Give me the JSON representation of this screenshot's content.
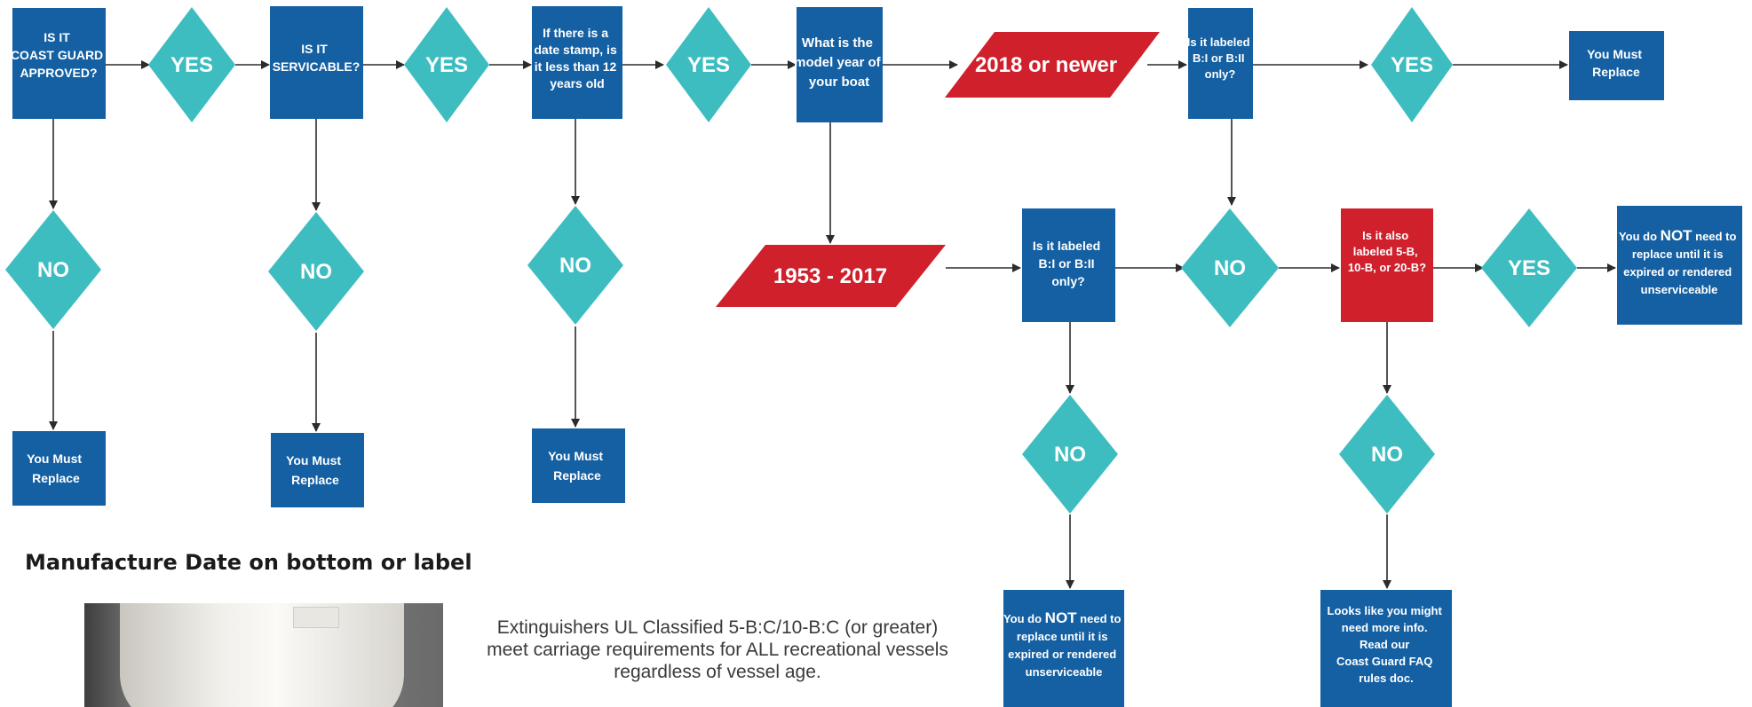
{
  "colors": {
    "box": "#1460a3",
    "diamond": "#3ebdc1",
    "red": "#d0202c",
    "line": "#2b2b2b"
  },
  "nodes": {
    "q_coast_guard": [
      "IS IT",
      "COAST GUARD",
      "APPROVED?"
    ],
    "yes_1": "YES",
    "q_servicable": [
      "IS IT",
      "SERVICABLE?"
    ],
    "yes_2": "YES",
    "q_date_stamp": [
      "If there is a",
      "date stamp, is",
      "it less than 12",
      "years old"
    ],
    "yes_3": "YES",
    "q_model_year": [
      "What is the",
      "model year of",
      "your boat"
    ],
    "range_new": "2018 or newer",
    "q_labeled_top": [
      "Is it labeled",
      "B:I or B:II",
      "only?"
    ],
    "yes_4": "YES",
    "replace_top_right": [
      "You Must",
      "Replace"
    ],
    "no_1": "NO",
    "no_2": "NO",
    "no_3": "NO",
    "replace_1": [
      "You Must",
      "Replace"
    ],
    "replace_2": [
      "You Must",
      "Replace"
    ],
    "replace_3": [
      "You Must",
      "Replace"
    ],
    "range_old": "1953 - 2017",
    "q_labeled_mid": [
      "Is it labeled",
      "B:I or B:II",
      "only?"
    ],
    "no_mid": "NO",
    "q_also_labeled": [
      "Is it also",
      "labeled 5-B,",
      "10-B, or 20-B?"
    ],
    "yes_5": "YES",
    "not_need_right": {
      "pre": "You do ",
      "emph": "NOT",
      "post": " need to",
      "rest": [
        "replace until it is",
        "expired or rendered",
        "unserviceable"
      ]
    },
    "no_low_1": "NO",
    "no_low_2": "NO",
    "not_need_bottom": {
      "pre": "You do ",
      "emph": "NOT",
      "post": " need to",
      "rest": [
        "replace until it is",
        "expired or rendered",
        "unserviceable"
      ]
    },
    "more_info": [
      "Looks like you might",
      "need more info.",
      "Read our",
      "Coast Guard FAQ",
      "rules doc."
    ]
  },
  "heading": "Manufacture Date on bottom or label",
  "note": "Extinguishers UL Classified 5-B:C/10-B:C (or greater) meet carriage requirements for ALL recreational vessels regardless of vessel age."
}
